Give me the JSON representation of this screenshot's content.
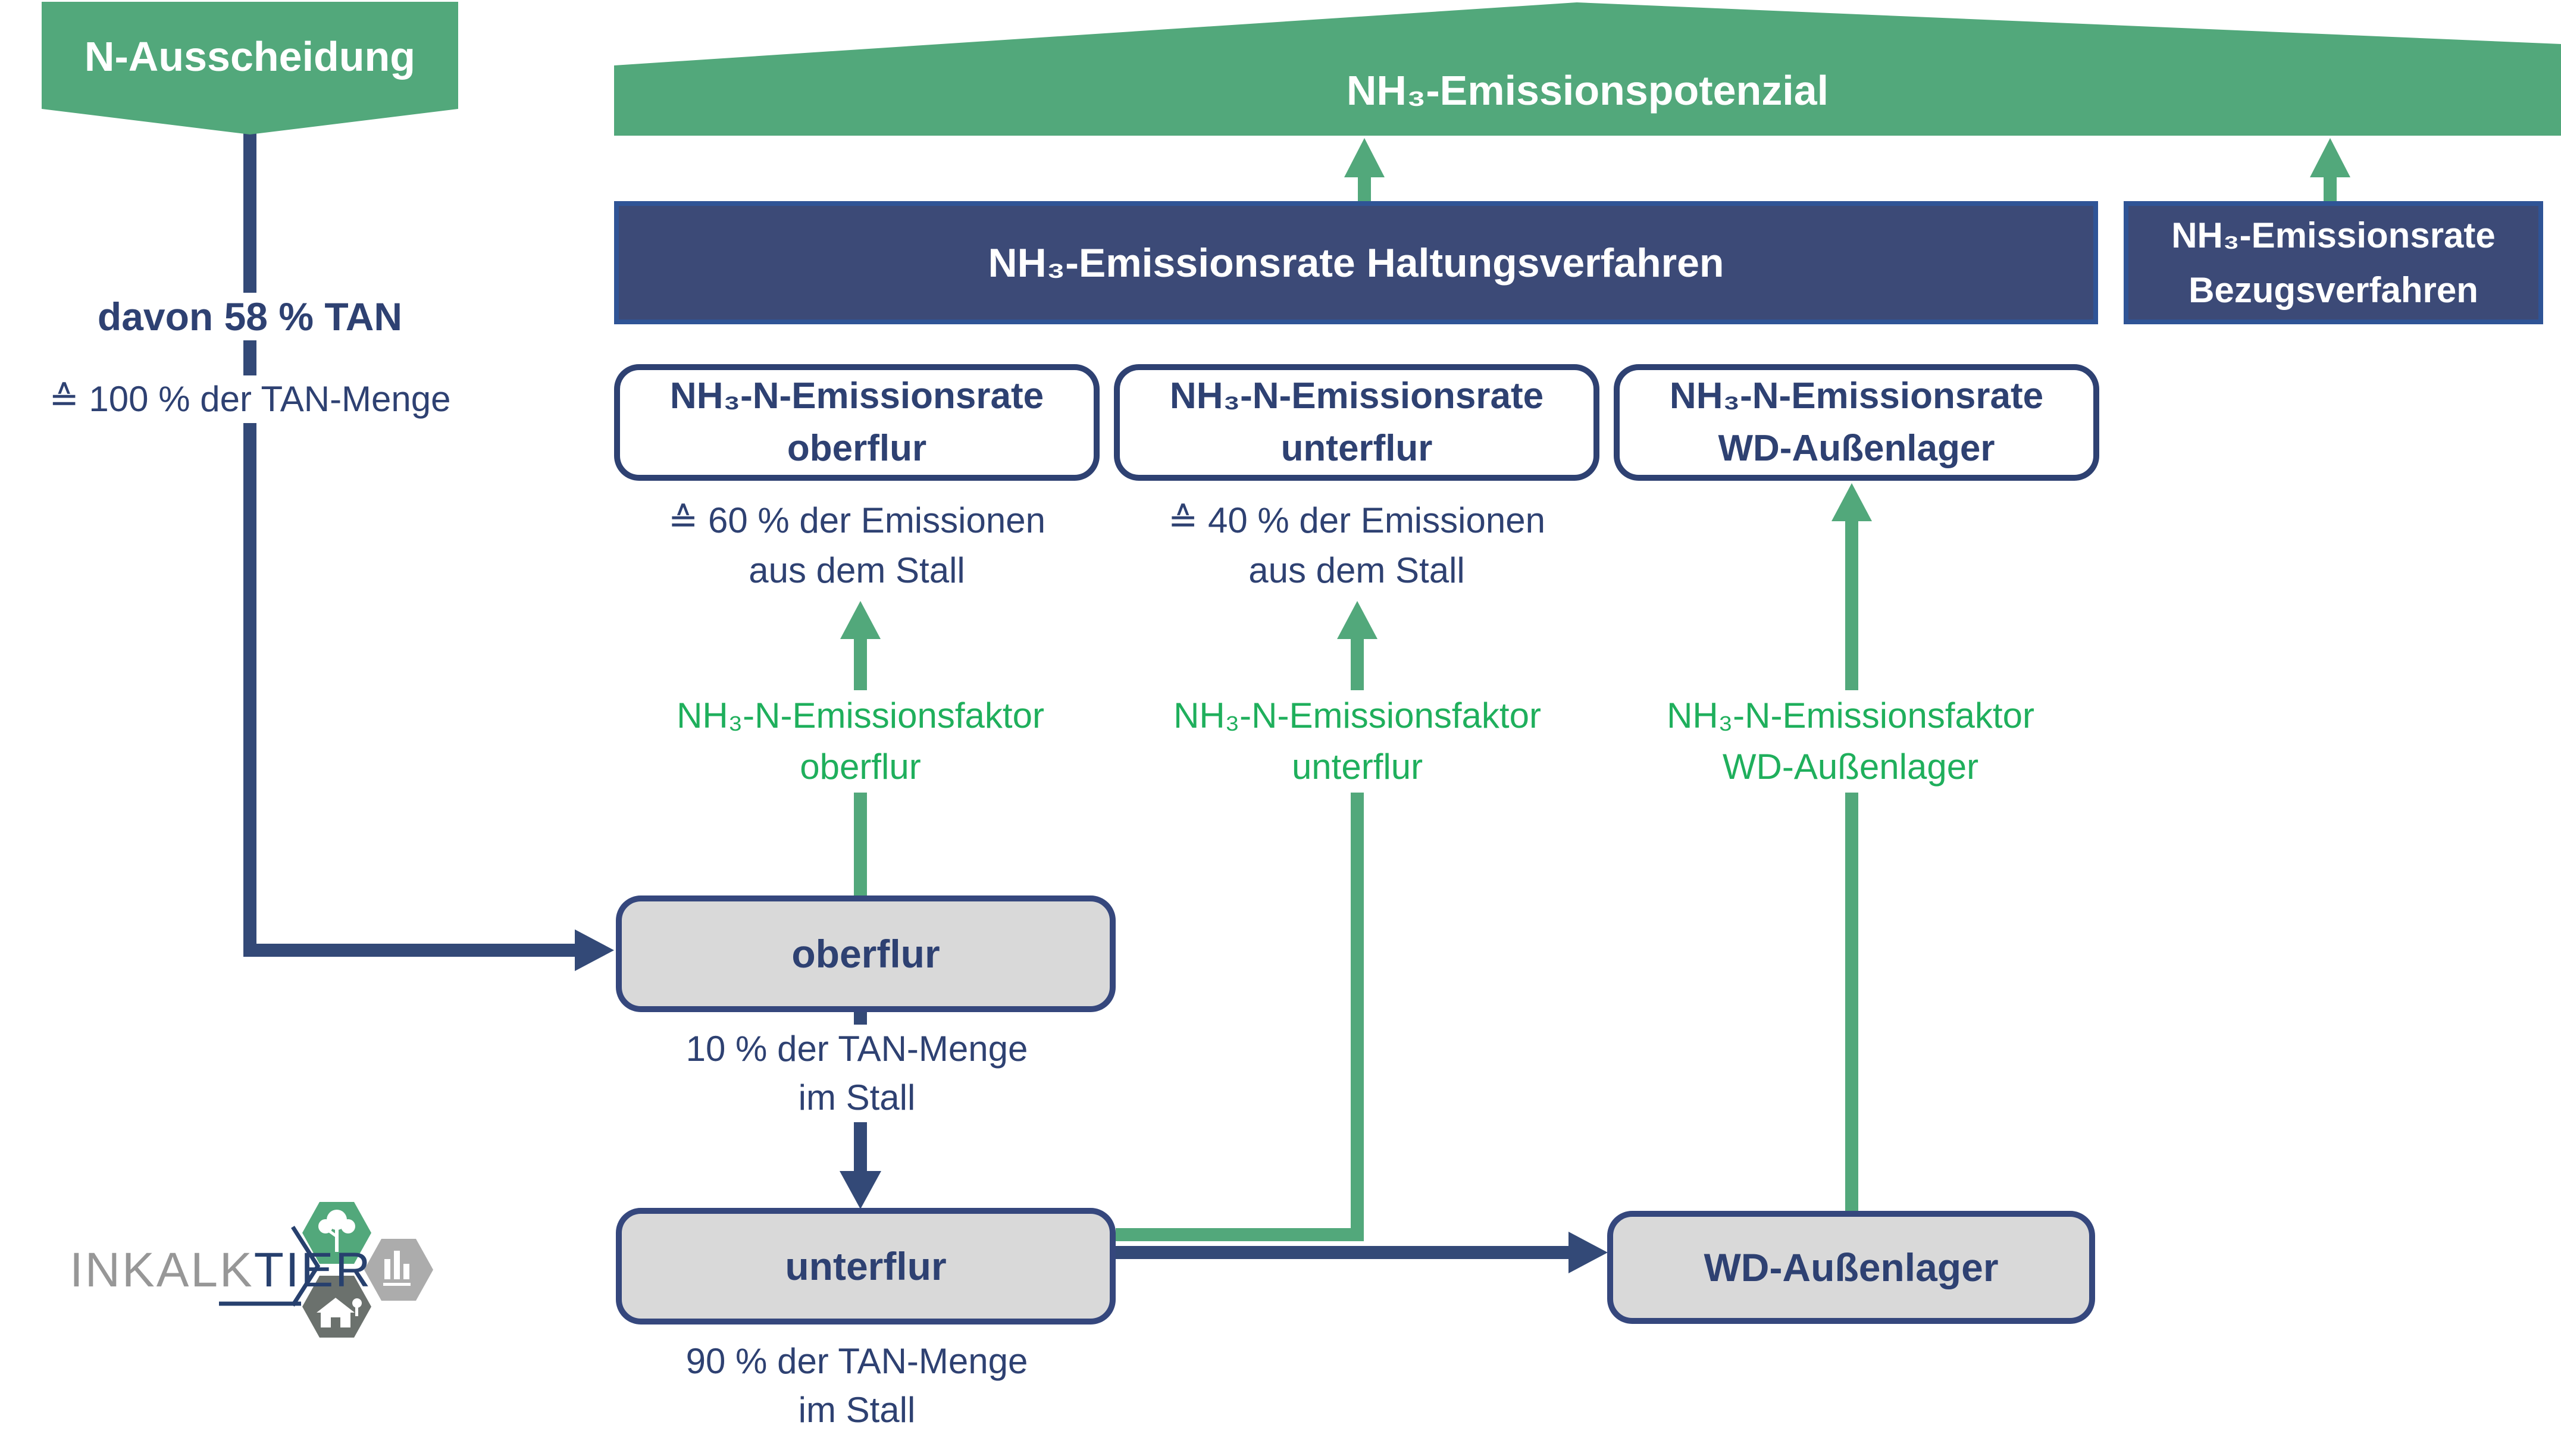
{
  "colors": {
    "banner_green": "#52A87B",
    "bright_green_text": "#1FAF5C",
    "navy_fill": "#3C4A77",
    "navy_border_accent": "#2F5496",
    "navy_line": "#334977",
    "navy_text": "#2E4172",
    "gray_box_fill": "#D9D9D9",
    "logo_gray": "#979797",
    "logo_navy": "#27406E",
    "logo_hex_dark": "#6B716D",
    "logo_hex_light": "#ACACAC"
  },
  "n_banner": {
    "label": "N-Ausscheidung"
  },
  "tan_note": {
    "line1": "davon 58 % TAN",
    "line2": "≙ 100 % der TAN-Menge"
  },
  "potenzial_banner": {
    "label": "NH₃-Emissionspotenzial"
  },
  "haltung_banner": {
    "label": "NH₃-Emissionsrate Haltungsverfahren"
  },
  "bezug_box": {
    "line1": "NH₃-Emissionsrate",
    "line2": "Bezugsverfahren"
  },
  "rate_boxes": [
    {
      "line1": "NH₃-N-Emissionsrate",
      "line2": "oberflur",
      "note1": "≙ 60 % der Emissionen",
      "note2": "aus dem Stall"
    },
    {
      "line1": "NH₃-N-Emissionsrate",
      "line2": "unterflur",
      "note1": "≙ 40 % der Emissionen",
      "note2": "aus dem Stall"
    },
    {
      "line1": "NH₃-N-Emissionsrate",
      "line2": "WD-Außenlager"
    }
  ],
  "factor_labels": [
    {
      "line1": "NH₃-N-Emissionsfaktor",
      "line2": "oberflur"
    },
    {
      "line1": "NH₃-N-Emissionsfaktor",
      "line2": "unterflur"
    },
    {
      "line1": "NH₃-N-Emissionsfaktor",
      "line2": "WD-Außenlager"
    }
  ],
  "process_boxes": [
    {
      "label": "oberflur",
      "note1": "10 % der TAN-Menge",
      "note2": "im Stall"
    },
    {
      "label": "unterflur",
      "note1": "90 % der TAN-Menge",
      "note2": "im Stall"
    },
    {
      "label": "WD-Außenlager"
    }
  ],
  "logo": {
    "part1": "INKALK",
    "part2": "TIER"
  }
}
